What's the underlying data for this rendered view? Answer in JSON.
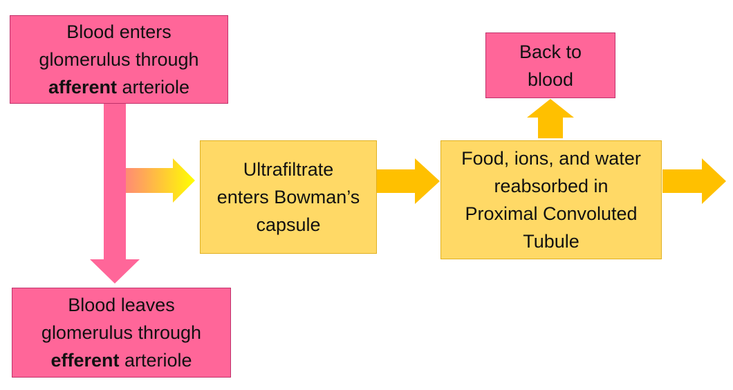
{
  "boxes": {
    "blood_enters": {
      "line1": "Blood enters",
      "line2": "glomerulus through",
      "bold": "afferent",
      "rest": " arteriole"
    },
    "blood_leaves": {
      "line1": "Blood leaves",
      "line2": "glomerulus through",
      "bold": "efferent",
      "rest": " arteriole"
    },
    "ultrafiltrate": {
      "line1": "Ultrafiltrate",
      "line2": "enters Bowman’s",
      "line3": "capsule"
    },
    "reabsorbed": {
      "line1": "Food, ions, and water",
      "line2": "reabsorbed in",
      "line3": "Proximal Convoluted",
      "line4": "Tubule"
    },
    "back_to_blood": {
      "line1": "Back to",
      "line2": "blood"
    }
  },
  "colors": {
    "pink": "#ff6699",
    "gold": "#ffd966",
    "arrow_gold": "#ffc000",
    "arrow_yellow": "#ffff00"
  }
}
